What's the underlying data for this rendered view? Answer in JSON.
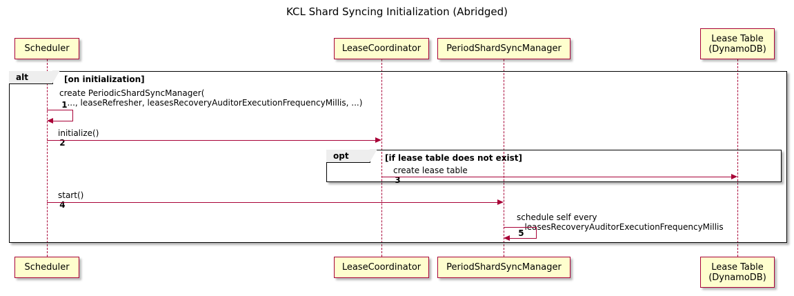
{
  "diagram": {
    "title": "KCL Shard Syncing Initialization (Abridged)",
    "type": "uml-sequence-diagram",
    "colors": {
      "participant_fill": "#FEFECE",
      "participant_border": "#A80036",
      "message_line": "#A80036",
      "frame_border": "#000000",
      "frame_tab_fill": "#EEEEEE",
      "background": "#FFFFFF"
    },
    "participants": [
      {
        "id": "scheduler",
        "label": "Scheduler",
        "lines": [
          "Scheduler"
        ]
      },
      {
        "id": "lease-coordinator",
        "label": "LeaseCoordinator",
        "lines": [
          "LeaseCoordinator"
        ]
      },
      {
        "id": "period-shard-sync-manager",
        "label": "PeriodShardSyncManager",
        "lines": [
          "PeriodShardSyncManager"
        ]
      },
      {
        "id": "lease-table",
        "label": "Lease Table (DynamoDB)",
        "lines": [
          "Lease Table",
          "(DynamoDB)"
        ]
      }
    ],
    "fragments": [
      {
        "id": "alt",
        "operator": "alt",
        "guard": "[on initialization]"
      },
      {
        "id": "opt",
        "operator": "opt",
        "guard": "[if lease table does not exist]"
      }
    ],
    "messages": [
      {
        "seq": "1",
        "from": "scheduler",
        "to": "scheduler",
        "self": true,
        "text_lines": [
          "create PeriodicShardSyncManager(",
          "   ..., leaseRefresher, leasesRecoveryAuditorExecutionFrequencyMillis, ...)"
        ]
      },
      {
        "seq": "2",
        "from": "scheduler",
        "to": "lease-coordinator",
        "self": false,
        "text_lines": [
          "initialize()"
        ]
      },
      {
        "seq": "3",
        "from": "lease-coordinator",
        "to": "lease-table",
        "self": false,
        "text_lines": [
          "create lease table"
        ]
      },
      {
        "seq": "4",
        "from": "scheduler",
        "to": "period-shard-sync-manager",
        "self": false,
        "text_lines": [
          "start()"
        ]
      },
      {
        "seq": "5",
        "from": "period-shard-sync-manager",
        "to": "period-shard-sync-manager",
        "self": true,
        "text_lines": [
          "schedule self every",
          "   leasesRecoveryAuditorExecutionFrequencyMillis"
        ]
      }
    ]
  }
}
